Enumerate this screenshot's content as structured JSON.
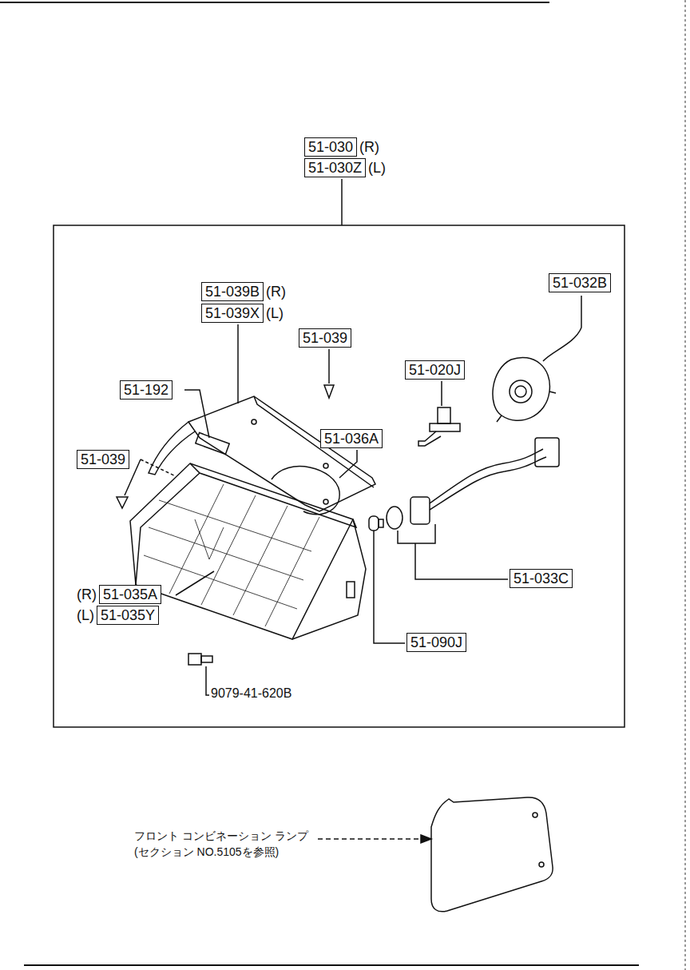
{
  "diagram": {
    "nodes": [
      {
        "text": [
          "51-030",
          "(R)"
        ]
      },
      {
        "text": [
          "51-030Z",
          "(L)"
        ]
      },
      {
        "text": [
          "51-039B",
          "(R)"
        ]
      },
      {
        "text": [
          "51-039X",
          "(L)"
        ]
      },
      {
        "text": [
          "51-032B"
        ]
      },
      {
        "text": [
          "51-039"
        ]
      },
      {
        "text": [
          "51-020J"
        ]
      },
      {
        "text": [
          "51-192"
        ]
      },
      {
        "text": [
          "51-036A"
        ]
      },
      {
        "text": [
          "51-039"
        ]
      },
      {
        "text": [
          "51-033C"
        ]
      },
      {
        "text": [
          "(R)",
          "51-035A"
        ]
      },
      {
        "text": [
          "(L)",
          "51-035Y"
        ]
      },
      {
        "text": [
          "51-090J"
        ]
      }
    ],
    "labels": [
      "9079-41-620B",
      "フロント コンビネーション ランプ",
      "(セクション NO.5105を参照)"
    ]
  }
}
